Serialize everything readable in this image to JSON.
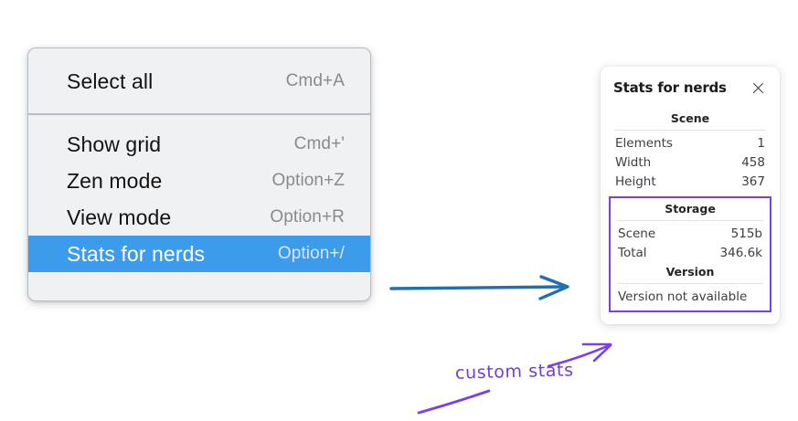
{
  "context_menu": {
    "name": "canvas-context-menu",
    "sections": [
      {
        "items": [
          {
            "label": "Select all",
            "shortcut": "Cmd+A",
            "highlighted": false,
            "name": "select-all"
          }
        ]
      },
      {
        "items": [
          {
            "label": "Show grid",
            "shortcut": "Cmd+'",
            "highlighted": false,
            "name": "show-grid"
          },
          {
            "label": "Zen mode",
            "shortcut": "Option+Z",
            "highlighted": false,
            "name": "zen-mode"
          },
          {
            "label": "View mode",
            "shortcut": "Option+R",
            "highlighted": false,
            "name": "view-mode"
          },
          {
            "label": "Stats for nerds",
            "shortcut": "Option+/",
            "highlighted": true,
            "name": "stats-for-nerds"
          }
        ]
      }
    ]
  },
  "stats_panel": {
    "title": "Stats for nerds",
    "close_icon": "close-icon",
    "scene": {
      "heading": "Scene",
      "rows": [
        {
          "key": "Elements",
          "value": "1"
        },
        {
          "key": "Width",
          "value": "458"
        },
        {
          "key": "Height",
          "value": "367"
        }
      ]
    },
    "storage": {
      "heading": "Storage",
      "rows": [
        {
          "key": "Scene",
          "value": "515b"
        },
        {
          "key": "Total",
          "value": "346.6k"
        }
      ]
    },
    "version": {
      "heading": "Version",
      "note": "Version not available"
    }
  },
  "annotations": {
    "blue_arrow_name": "blue-pointer-arrow",
    "purple_arrow_name": "purple-pointer-arrow",
    "purple_underline_name": "purple-underline-stroke",
    "label": "custom stats"
  },
  "colors": {
    "menu_highlight": "#3d9bec",
    "menu_background": "#f0f1f3",
    "annotation_blue": "#1f6fb2",
    "annotation_purple": "#7b3fe4",
    "panel_background": "#ffffff"
  }
}
